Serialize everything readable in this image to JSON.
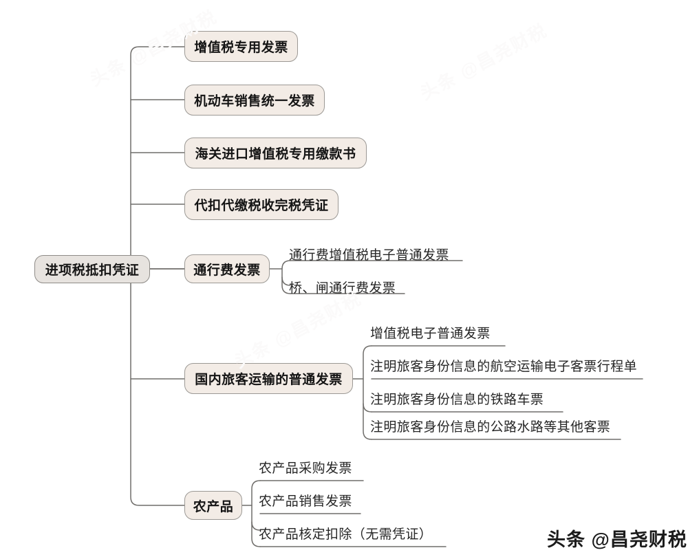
{
  "diagram": {
    "type": "mind-map",
    "orientation": "left-to-right",
    "background_color": "#ffffff",
    "node_fill": "#f3ece6",
    "root_fill": "#e7e3df",
    "node_border": "#9b9894",
    "connector_color": "#6f6d6a",
    "text_color": "#141414",
    "root": {
      "label": "进项税抵扣凭证"
    },
    "branches": [
      {
        "id": "vat-special-invoice",
        "label": "增值税专用发票",
        "children": []
      },
      {
        "id": "motor-vehicle-invoice",
        "label": "机动车销售统一发票",
        "children": []
      },
      {
        "id": "customs-import-vat",
        "label": "海关进口增值税专用缴款书",
        "children": []
      },
      {
        "id": "withholding-tax-certificate",
        "label": "代扣代缴税收完税凭证",
        "children": []
      },
      {
        "id": "toll-invoice",
        "label": "通行费发票",
        "children": [
          "通行费增值税电子普通发票",
          "桥、闸通行费发票"
        ]
      },
      {
        "id": "domestic-passenger-transport",
        "label": "国内旅客运输的普通发票",
        "children": [
          "增值税电子普通发票",
          "注明旅客身份信息的航空运输电子客票行程单",
          "注明旅客身份信息的铁路车票",
          "注明旅客身份信息的公路水路等其他客票"
        ]
      },
      {
        "id": "agricultural-products",
        "label": "农产品",
        "children": [
          "农产品采购发票",
          "农产品销售发票",
          "农产品核定扣除（无需凭证）"
        ]
      }
    ]
  },
  "watermark": {
    "text": "头条 @昌尧财税"
  }
}
